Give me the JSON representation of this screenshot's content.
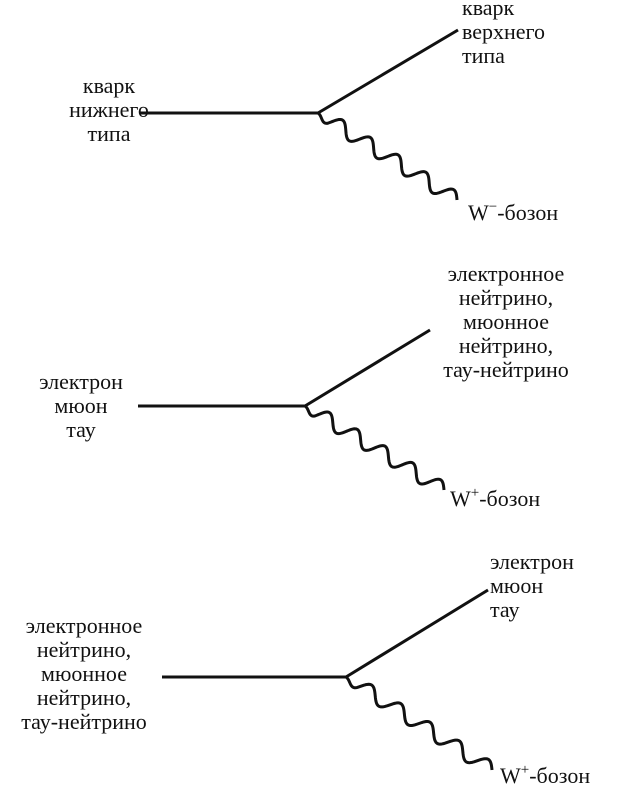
{
  "diagrams": [
    {
      "incoming": [
        "кварк",
        "нижнего",
        "типа"
      ],
      "outgoing": [
        "кварк",
        "верхнего",
        "типа"
      ],
      "boson": {
        "letter": "W",
        "charge": "−",
        "suffix": "-бозон"
      }
    },
    {
      "incoming": [
        "электрон",
        "мюон",
        "тау"
      ],
      "outgoing": [
        "электронное",
        "нейтрино,",
        "мюонное",
        "нейтрино,",
        "тау-нейтрино"
      ],
      "boson": {
        "letter": "W",
        "charge": "+",
        "suffix": "-бозон"
      }
    },
    {
      "incoming": [
        "электронное",
        "нейтрино,",
        "мюонное",
        "нейтрино,",
        "тау-нейтрино"
      ],
      "outgoing": [
        "электрон",
        "мюон",
        "тау"
      ],
      "boson": {
        "letter": "W",
        "charge": "+",
        "suffix": "-бозон"
      }
    }
  ],
  "colors": {
    "ink": "#111111",
    "background": "#ffffff"
  }
}
